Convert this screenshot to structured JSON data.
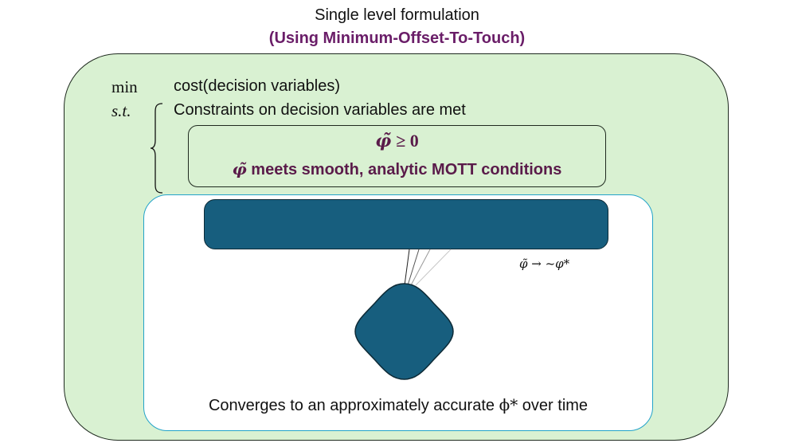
{
  "colors": {
    "outer_fill": "#d9f1d2",
    "teal": "#175e7e",
    "subtitle_purple": "#6a1d68",
    "inner_text_purple": "#5a1b4a",
    "white_box_border": "#22a3c9"
  },
  "header": {
    "title": "Single level formulation",
    "subtitle": "(Using Minimum-Offset-To-Touch)"
  },
  "formulation": {
    "min_label": "min",
    "objective": "cost(decision variables)",
    "st_label": "s.t.",
    "constraints_text": "Constraints on decision variables are met"
  },
  "inner_constraints": {
    "phi_symbol": "φ̃",
    "nonneg": "≥ 0",
    "mott_text": "meets smooth, analytic MOTT conditions"
  },
  "convergence": {
    "annotation": "φ̃ → ~φ*",
    "caption_prefix": "Converges to an approximately accurate",
    "phi_star": "ϕ*",
    "caption_suffix": "over time"
  }
}
